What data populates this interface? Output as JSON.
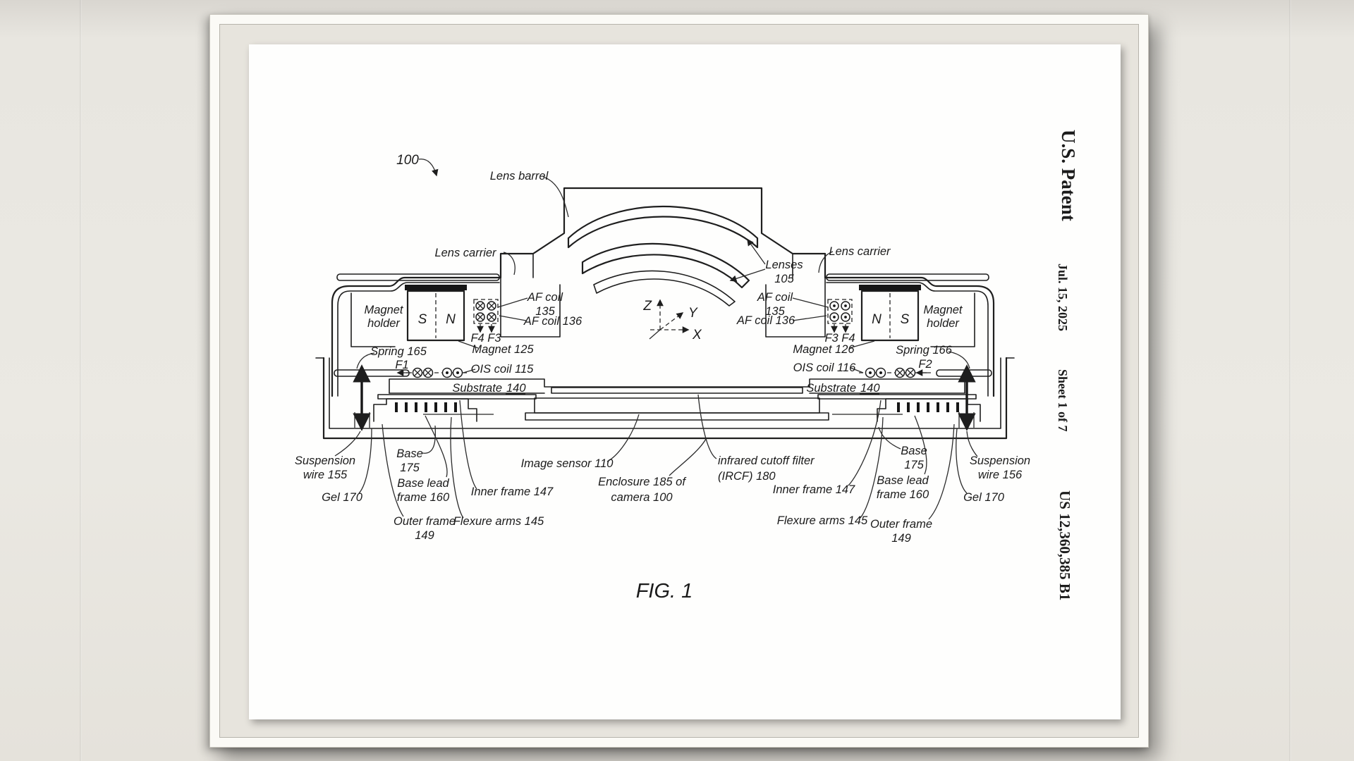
{
  "colors": {
    "background": "#e8e6e0",
    "frame": "#fbfaf6",
    "mat": "#e7e4dd",
    "sheet": "#fefefd",
    "ink": "#1e1e1e"
  },
  "header": {
    "title": "U.S. Patent",
    "date": "Jul. 15, 2025",
    "sheet": "Sheet 1 of 7",
    "patent_number": "US 12,360,385 B1"
  },
  "figure": {
    "caption": "FIG. 1",
    "ref_number": "100"
  },
  "labels": {
    "lens_barrel": "Lens barrel",
    "lens_carrier": "Lens carrier",
    "lenses_1": "Lenses",
    "lenses_2": "105",
    "magnet_holder_1": "Magnet",
    "magnet_holder_2": "holder",
    "magnet_left_pole_left": "S",
    "magnet_left_pole_right": "N",
    "magnet_right_pole_left": "N",
    "magnet_right_pole_right": "S",
    "af_coil_1": "AF coil",
    "af_coil_num": "135",
    "af_coil_136": "AF coil 136",
    "forces_left": "F4 F3",
    "forces_right": "F3 F4",
    "magnet_125": "Magnet 125",
    "magnet_126": "Magnet 126",
    "spring_165": "Spring 165",
    "spring_166": "Spring 166",
    "f1": "F1",
    "f2": "F2",
    "ois_coil_115": "OIS coil 115",
    "ois_coil_116": "OIS coil 116",
    "substrate_word": "Substrate",
    "substrate_num": "140",
    "suspension_155_1": "Suspension",
    "suspension_155_2": "wire 155",
    "suspension_156_1": "Suspension",
    "suspension_156_2": "wire 156",
    "gel_170": "Gel 170",
    "base_175_1": "Base",
    "base_175_2": "175",
    "base_lead_1": "Base lead",
    "base_lead_2": "frame 160",
    "outer_frame_1": "Outer frame",
    "outer_frame_2": "149",
    "inner_frame_147": "Inner frame 147",
    "flexure_arms_145": "Flexure arms 145",
    "image_sensor_110": "Image sensor 110",
    "enclosure_1": "Enclosure 185 of",
    "enclosure_2": "camera 100",
    "ircf_1": "infrared cutoff filter",
    "ircf_2": "(IRCF) 180",
    "axis_z": "Z",
    "axis_y": "Y",
    "axis_x": "X"
  }
}
